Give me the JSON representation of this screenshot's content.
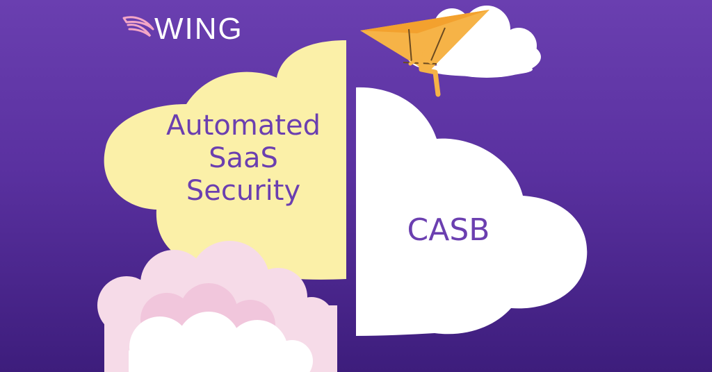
{
  "logo": {
    "text": "WING",
    "icon": "wing-icon"
  },
  "left_cloud": {
    "lines": [
      "Automated",
      "SaaS",
      "Security"
    ],
    "color": "#fbf0a8"
  },
  "right_cloud": {
    "label": "CASB",
    "color": "#ffffff"
  },
  "colors": {
    "background_top": "#6a3fb0",
    "background_bottom": "#3d1d7c",
    "text": "#6b3fb0",
    "pink_cloud": "#f6dbe8",
    "glider": "#f6b347"
  },
  "illustrations": [
    "hang-glider-person-icon",
    "pink-cloud-icon",
    "small-white-cloud-icon"
  ]
}
